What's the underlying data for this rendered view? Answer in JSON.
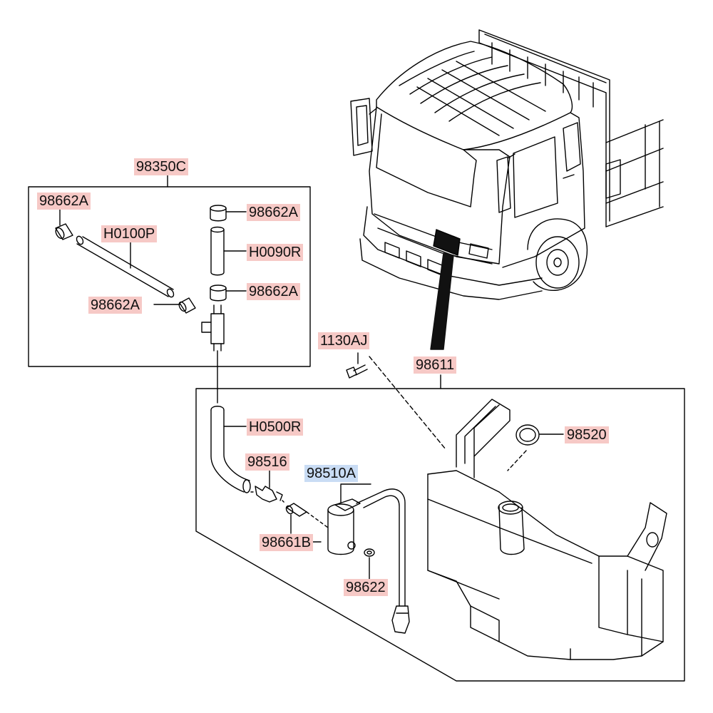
{
  "colors": {
    "part_label_bg": "#f6c9c6",
    "highlight_label_bg": "#c9dcf4",
    "line": "#000000"
  },
  "labels": {
    "l_98350C": "98350C",
    "l_98662A_1": "98662A",
    "l_H0100P": "H0100P",
    "l_98662A_2": "98662A",
    "l_98662A_3": "98662A",
    "l_H0090R": "H0090R",
    "l_98662A_4": "98662A",
    "l_1130AJ": "1130AJ",
    "l_98611": "98611",
    "l_H0500R": "H0500R",
    "l_98520": "98520",
    "l_98516": "98516",
    "l_98510A": "98510A",
    "l_98661B": "98661B",
    "l_98622": "98622"
  }
}
